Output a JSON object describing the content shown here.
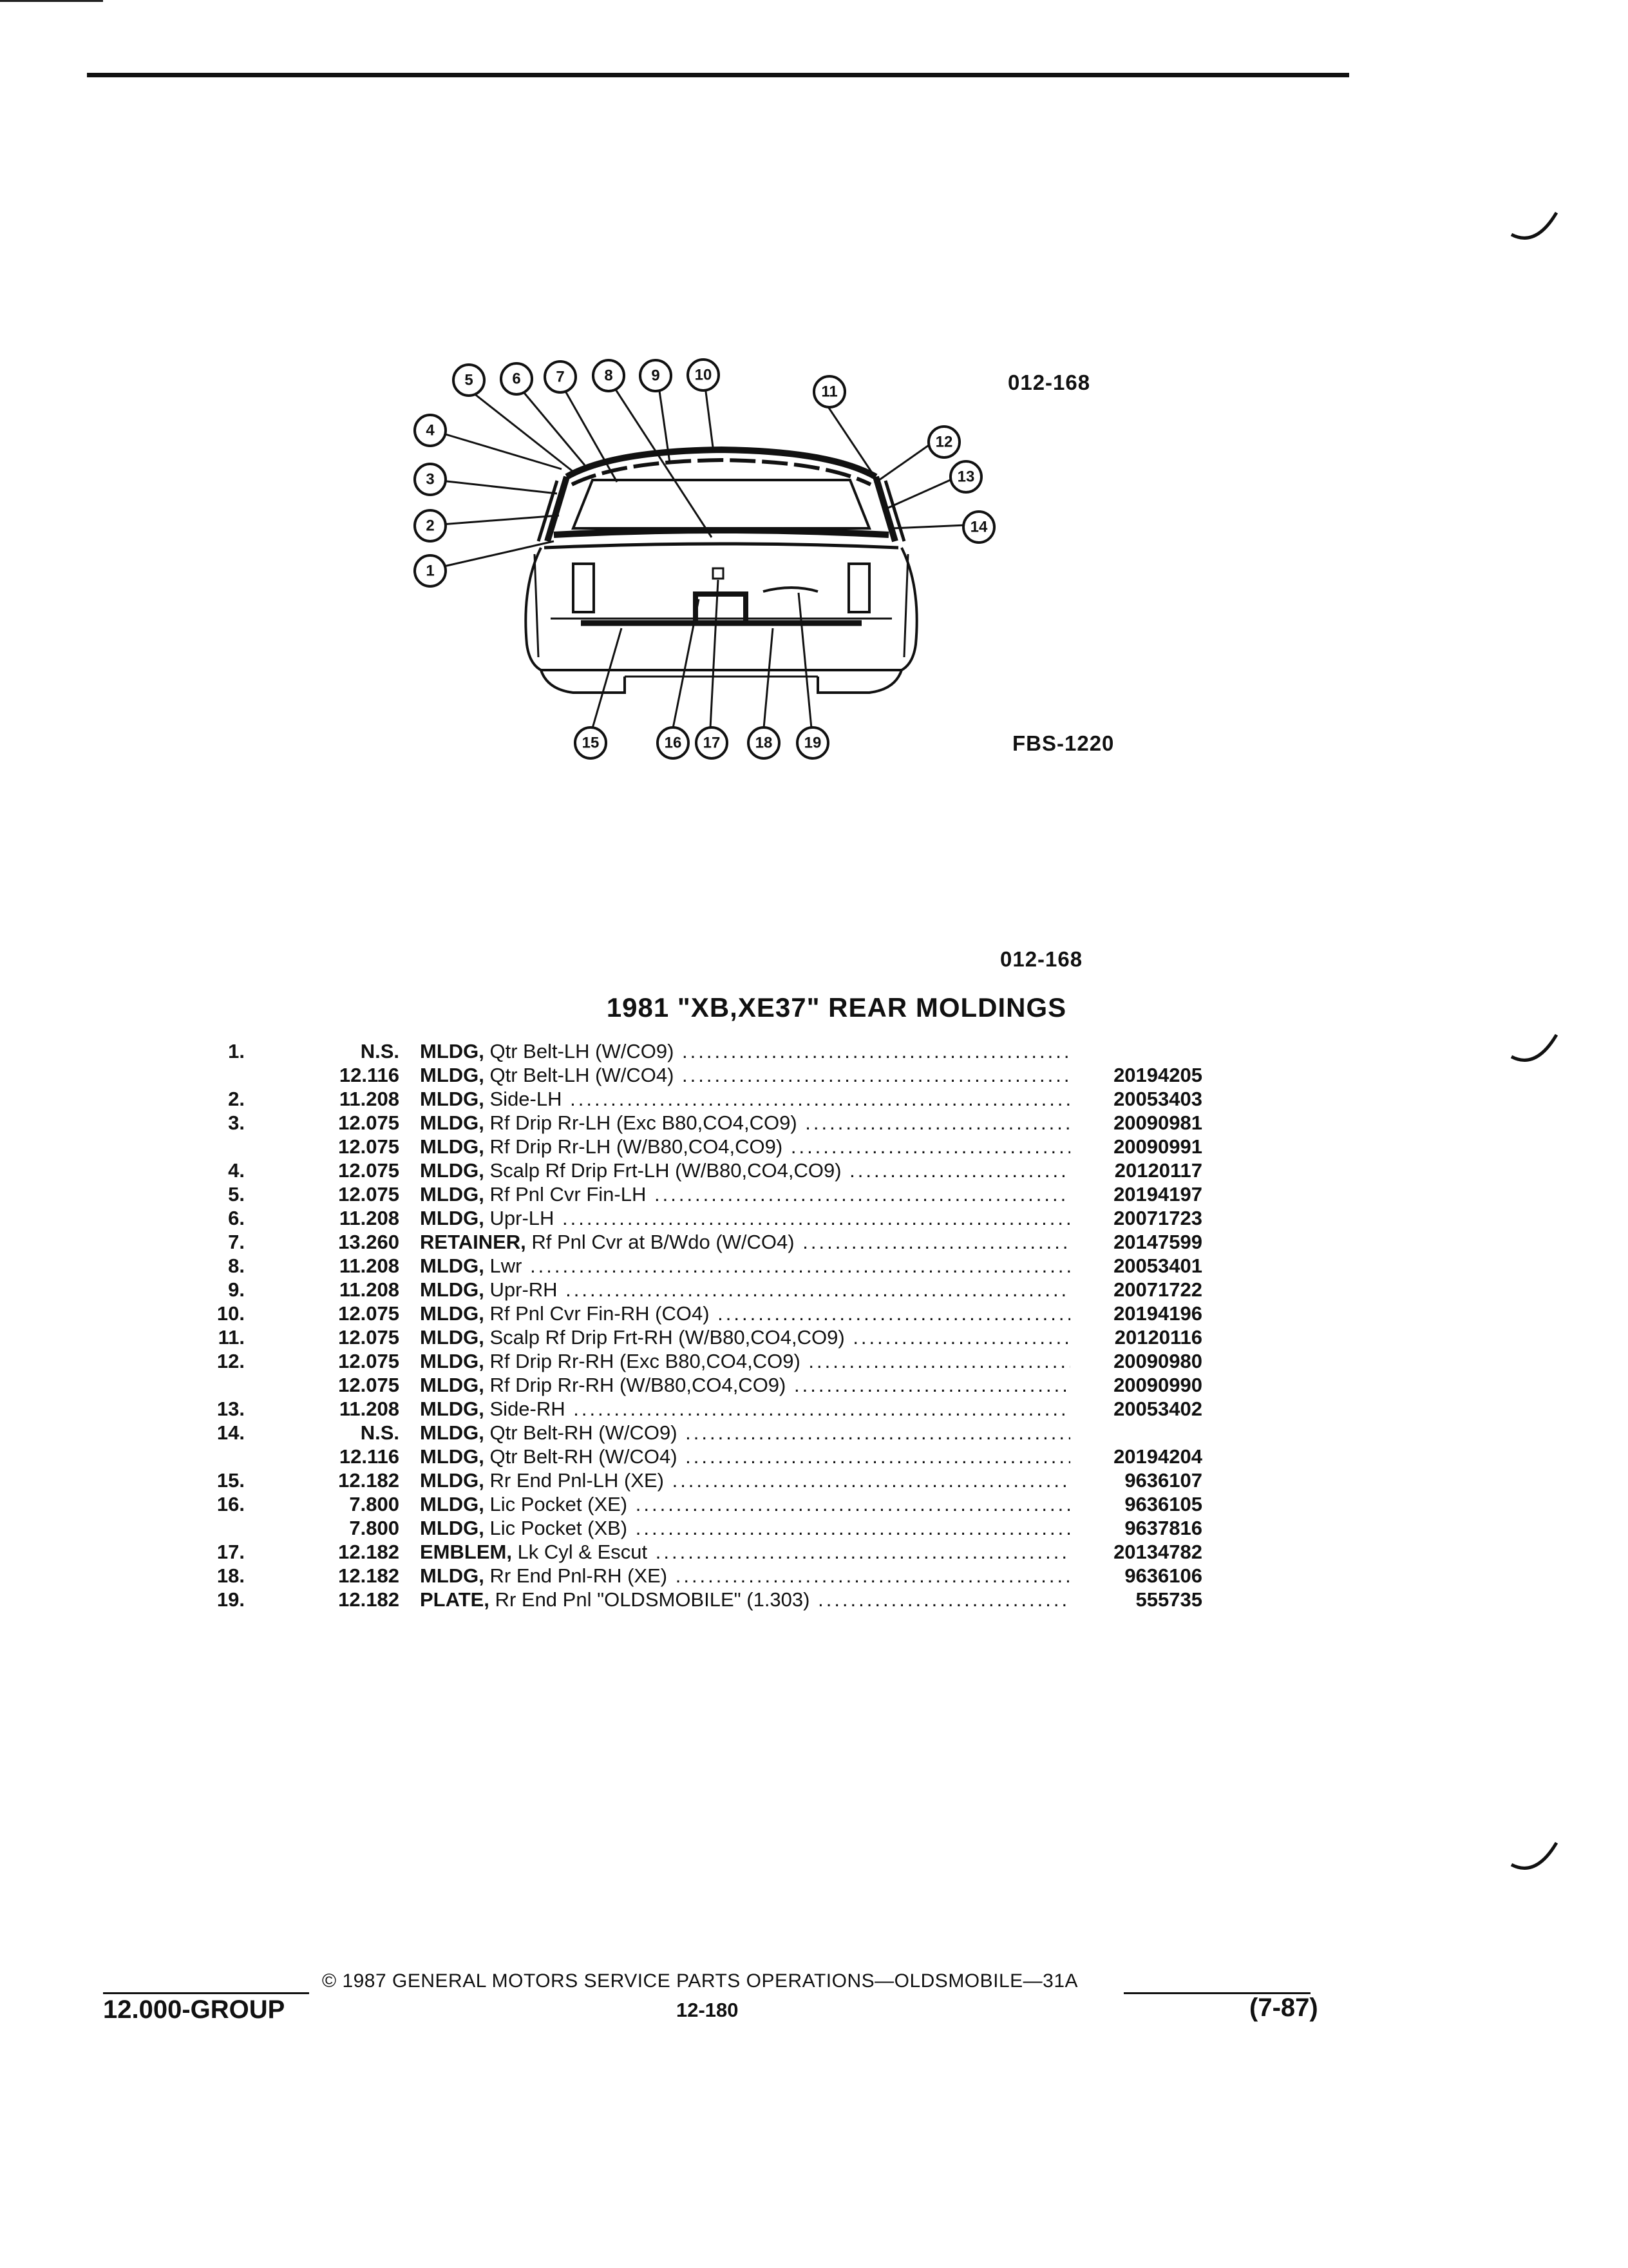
{
  "figure": {
    "code_top": "012-168",
    "code_bottom": "FBS-1220",
    "callouts": [
      "1",
      "2",
      "3",
      "4",
      "5",
      "6",
      "7",
      "8",
      "9",
      "10",
      "11",
      "12",
      "13",
      "14",
      "15",
      "16",
      "17",
      "18",
      "19"
    ]
  },
  "section_code": "012-168",
  "title": "1981 \"XB,XE37\" REAR MOLDINGS",
  "rows": [
    {
      "num": "1.",
      "group": "N.S.",
      "name": "MLDG,",
      "rest": "Qtr Belt-LH (W/CO9)",
      "part": ""
    },
    {
      "num": "",
      "group": "12.116",
      "name": "MLDG,",
      "rest": "Qtr Belt-LH (W/CO4)",
      "part": "20194205"
    },
    {
      "num": "2.",
      "group": "11.208",
      "name": "MLDG,",
      "rest": "Side-LH",
      "part": "20053403"
    },
    {
      "num": "3.",
      "group": "12.075",
      "name": "MLDG,",
      "rest": "Rf Drip Rr-LH (Exc B80,CO4,CO9)",
      "part": "20090981"
    },
    {
      "num": "",
      "group": "12.075",
      "name": "MLDG,",
      "rest": "Rf Drip Rr-LH (W/B80,CO4,CO9)",
      "part": "20090991"
    },
    {
      "num": "4.",
      "group": "12.075",
      "name": "MLDG,",
      "rest": "Scalp Rf Drip Frt-LH (W/B80,CO4,CO9)",
      "part": "20120117"
    },
    {
      "num": "5.",
      "group": "12.075",
      "name": "MLDG,",
      "rest": "Rf Pnl Cvr Fin-LH",
      "part": "20194197"
    },
    {
      "num": "6.",
      "group": "11.208",
      "name": "MLDG,",
      "rest": "Upr-LH",
      "part": "20071723"
    },
    {
      "num": "7.",
      "group": "13.260",
      "name": "RETAINER,",
      "rest": "Rf Pnl Cvr at B/Wdo (W/CO4)",
      "part": "20147599"
    },
    {
      "num": "8.",
      "group": "11.208",
      "name": "MLDG,",
      "rest": "Lwr",
      "part": "20053401"
    },
    {
      "num": "9.",
      "group": "11.208",
      "name": "MLDG,",
      "rest": "Upr-RH",
      "part": "20071722"
    },
    {
      "num": "10.",
      "group": "12.075",
      "name": "MLDG,",
      "rest": "Rf Pnl Cvr Fin-RH (CO4)",
      "part": "20194196"
    },
    {
      "num": "11.",
      "group": "12.075",
      "name": "MLDG,",
      "rest": "Scalp Rf Drip Frt-RH (W/B80,CO4,CO9)",
      "part": "20120116"
    },
    {
      "num": "12.",
      "group": "12.075",
      "name": "MLDG,",
      "rest": "Rf Drip Rr-RH (Exc B80,CO4,CO9)",
      "part": "20090980"
    },
    {
      "num": "",
      "group": "12.075",
      "name": "MLDG,",
      "rest": "Rf Drip Rr-RH (W/B80,CO4,CO9)",
      "part": "20090990"
    },
    {
      "num": "13.",
      "group": "11.208",
      "name": "MLDG,",
      "rest": "Side-RH",
      "part": "20053402"
    },
    {
      "num": "14.",
      "group": "N.S.",
      "name": "MLDG,",
      "rest": "Qtr Belt-RH (W/CO9)",
      "part": ""
    },
    {
      "num": "",
      "group": "12.116",
      "name": "MLDG,",
      "rest": "Qtr Belt-RH (W/CO4)",
      "part": "20194204"
    },
    {
      "num": "15.",
      "group": "12.182",
      "name": "MLDG,",
      "rest": "Rr End Pnl-LH (XE)",
      "part": "9636107"
    },
    {
      "num": "16.",
      "group": "7.800",
      "name": "MLDG,",
      "rest": "Lic Pocket (XE)",
      "part": "9636105"
    },
    {
      "num": "",
      "group": "7.800",
      "name": "MLDG,",
      "rest": "Lic Pocket (XB)",
      "part": "9637816"
    },
    {
      "num": "17.",
      "group": "12.182",
      "name": "EMBLEM,",
      "rest": "Lk Cyl & Escut",
      "part": "20134782"
    },
    {
      "num": "18.",
      "group": "12.182",
      "name": "MLDG,",
      "rest": "Rr End Pnl-RH (XE)",
      "part": "9636106"
    },
    {
      "num": "19.",
      "group": "12.182",
      "name": "PLATE,",
      "rest": "Rr End Pnl \"OLDSMOBILE\" (1.303)",
      "part": "555735"
    }
  ],
  "footer": {
    "copyright": "© 1987  GENERAL MOTORS SERVICE PARTS OPERATIONS—OLDSMOBILE—31A",
    "group": "12.000-GROUP",
    "page": "12-180",
    "date": "(7-87)"
  }
}
